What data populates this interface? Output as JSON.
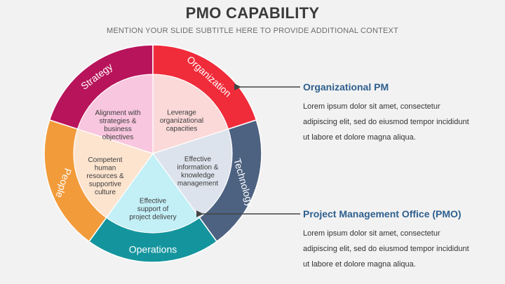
{
  "header": {
    "title": "PMO CAPABILITY",
    "subtitle": "MENTION YOUR SLIDE SUBTITLE HERE TO PROVIDE ADDITIONAL CONTEXT"
  },
  "wheel": {
    "segments": [
      {
        "label": "Strategy",
        "color": "#b8145b"
      },
      {
        "label": "Organization",
        "color": "#f02b3a"
      },
      {
        "label": "Technology",
        "color": "#4d6281"
      },
      {
        "label": "Operations",
        "color": "#14959e"
      },
      {
        "label": "People",
        "color": "#f29b3b"
      }
    ],
    "inner": [
      {
        "lines": [
          "Alignment with",
          "strategies &",
          "business",
          "objectives"
        ],
        "color": "#f8c6de"
      },
      {
        "lines": [
          "Leverage",
          "organizational",
          "capacities"
        ],
        "color": "#fbd9d9"
      },
      {
        "lines": [
          "Effective",
          "information &",
          "knowledge",
          "management"
        ],
        "color": "#dde3ec"
      },
      {
        "lines": [
          "Effective",
          "support of",
          "project delivery"
        ],
        "color": "#c3eff6"
      },
      {
        "lines": [
          "Competent",
          "human",
          "resources &",
          "supportive",
          "culture"
        ],
        "color": "#fde4cf"
      }
    ]
  },
  "callouts": [
    {
      "title": "Organizational PM",
      "text": "Lorem ipsum dolor sit amet, consectetur adipiscing elit, sed do eiusmod tempor incididunt ut labore et dolore magna aliqua."
    },
    {
      "title": "Project Management Office (PMO)",
      "text": "Lorem ipsum dolor sit amet, consectetur adipiscing elit, sed do eiusmod tempor incididunt ut labore et dolore magna aliqua."
    }
  ],
  "colors": {
    "arrow": "#444444",
    "title": "#3a3a3a",
    "accent": "#2e5f8e"
  }
}
